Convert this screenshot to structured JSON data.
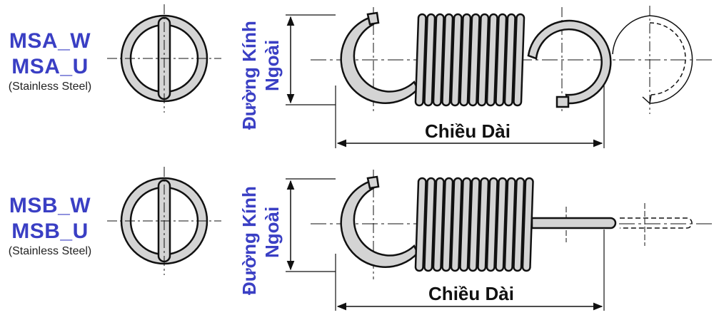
{
  "rows": [
    {
      "codes": [
        "MSA_W",
        "MSA_U"
      ],
      "material": "(Stainless Steel)",
      "od_label": [
        "Đường Kính",
        "Ngoài"
      ],
      "length_label": "Chiều Dài"
    },
    {
      "codes": [
        "MSB_W",
        "MSB_U"
      ],
      "material": "(Stainless Steel)",
      "od_label": [
        "Đường Kính",
        "Ngoài"
      ],
      "length_label": "Chiều Dài"
    }
  ],
  "colors": {
    "accent_text": "#3a3fc4",
    "steel_fill": "#d4d4d4",
    "line": "#111111"
  }
}
